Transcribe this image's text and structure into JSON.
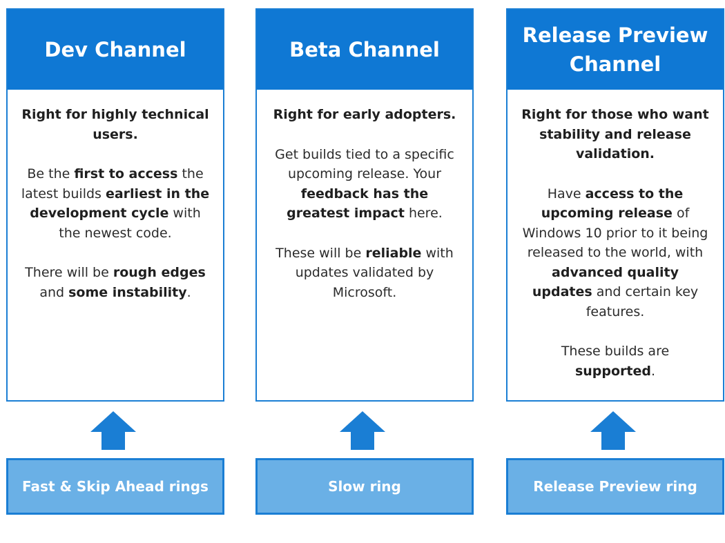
{
  "colors": {
    "header_blue": "#0f78d4",
    "border_blue": "#1a7ed4",
    "ring_fill": "#6ab0e6",
    "arrow_blue": "#1a7ed4"
  },
  "channels": [
    {
      "title": "Dev Channel",
      "lead": "Right for highly technical users.",
      "paragraphs": [
        [
          {
            "t": "Be the ",
            "b": false
          },
          {
            "t": "first to access",
            "b": true
          },
          {
            "t": " the latest builds ",
            "b": false
          },
          {
            "t": "earliest in the development cycle",
            "b": true
          },
          {
            "t": " with the newest code.",
            "b": false
          }
        ],
        [
          {
            "t": "There will be ",
            "b": false
          },
          {
            "t": "rough edges",
            "b": true
          },
          {
            "t": " and ",
            "b": false
          },
          {
            "t": "some instability",
            "b": true
          },
          {
            "t": ".",
            "b": false
          }
        ]
      ],
      "ring": "Fast & Skip Ahead rings",
      "arrow_icon": "up-arrow-icon"
    },
    {
      "title": "Beta Channel",
      "lead": "Right for early adopters.",
      "paragraphs": [
        [
          {
            "t": "Get builds tied to a specific upcoming release. Your ",
            "b": false
          },
          {
            "t": "feedback has the greatest impact",
            "b": true
          },
          {
            "t": " here.",
            "b": false
          }
        ],
        [
          {
            "t": "These will be ",
            "b": false
          },
          {
            "t": "reliable",
            "b": true
          },
          {
            "t": " with updates validated by Microsoft.",
            "b": false
          }
        ]
      ],
      "ring": "Slow ring",
      "arrow_icon": "up-arrow-icon"
    },
    {
      "title": "Release Preview Channel",
      "lead": "Right for those who want stability and release validation.",
      "paragraphs": [
        [
          {
            "t": "Have ",
            "b": false
          },
          {
            "t": "access to the upcoming release",
            "b": true
          },
          {
            "t": " of Windows 10 prior to it being released to the world, with ",
            "b": false
          },
          {
            "t": "advanced quality updates",
            "b": true
          },
          {
            "t": " and certain key features.",
            "b": false
          }
        ],
        [
          {
            "t": "These builds are ",
            "b": false
          },
          {
            "t": "supported",
            "b": true
          },
          {
            "t": ".",
            "b": false
          }
        ]
      ],
      "ring": "Release Preview ring",
      "arrow_icon": "up-arrow-icon"
    }
  ]
}
